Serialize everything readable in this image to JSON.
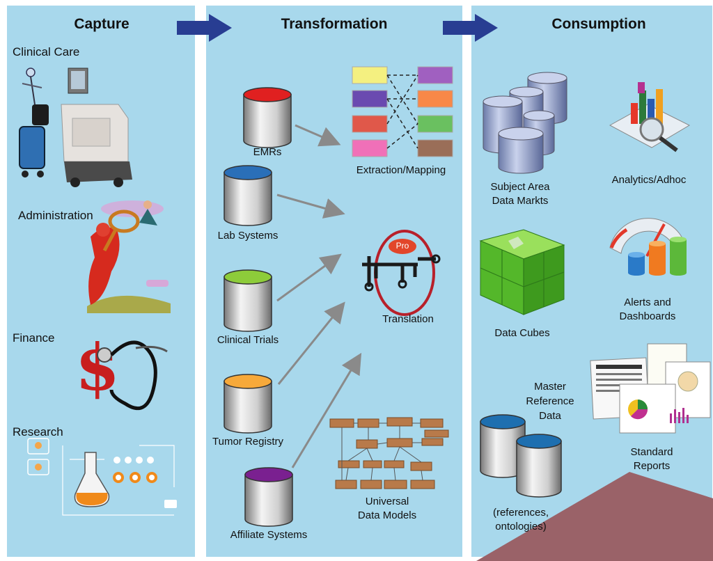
{
  "headers": {
    "capture": "Capture",
    "transformation": "Transformation",
    "consumption": "Consumption"
  },
  "capture": {
    "clinical_care": "Clinical Care",
    "administration": "Administration",
    "finance": "Finance",
    "research": "Research"
  },
  "sources": {
    "emrs": "EMRs",
    "lab_systems": "Lab Systems",
    "clinical_trials": "Clinical Trials",
    "tumor_registry": "Tumor Registry",
    "affiliate_systems": "Affiliate Systems"
  },
  "transform": {
    "extraction": "Extraction/Mapping",
    "translation": "Translation",
    "pro_badge": "Pro",
    "udm_line1": "Universal",
    "udm_line2": "Data Models"
  },
  "consumption": {
    "subject_area_1": "Subject Area",
    "subject_area_2": "Data Markts",
    "analytics": "Analytics/Adhoc",
    "data_cubes": "Data Cubes",
    "alerts_1": "Alerts and",
    "alerts_2": "Dashboards",
    "master_1": "Master",
    "master_2": "Reference",
    "master_3": "Data",
    "references_1": "(references,",
    "references_2": "ontologies)",
    "reports_1": "Standard",
    "reports_2": "Reports"
  },
  "colors": {
    "panel": "#a8d8ec",
    "flow_arrow": "#283d92",
    "emrs": "#e02020",
    "lab_systems": "#2a6fb8",
    "clinical_trials": "#8dcc3a",
    "tumor_registry": "#f7a93a",
    "affiliate_systems": "#7a2090",
    "master_ref": "#1e6fb0",
    "udm_box": "#b87a4a",
    "footer_shape": "#9a6268"
  }
}
